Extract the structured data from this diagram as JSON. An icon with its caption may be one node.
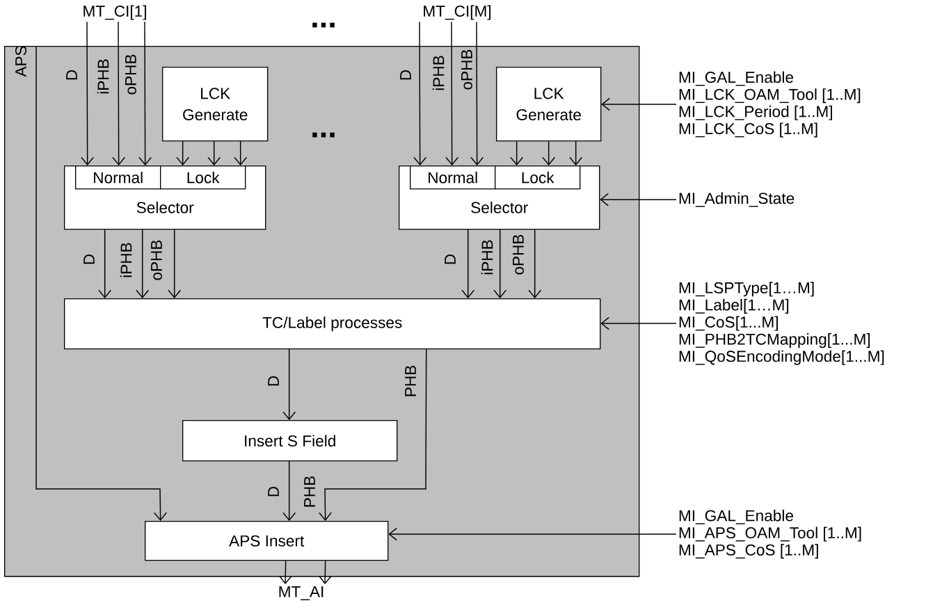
{
  "diagram": {
    "nodes": [
      {
        "text": [
          "APS"
        ]
      },
      {
        "text": [
          "MT_CI[1]"
        ]
      },
      {
        "text": [
          "MT_CI[M]"
        ]
      },
      {
        "text": [
          "LCK Generate"
        ],
        "in": 0
      },
      {
        "text": [
          "Selector"
        ],
        "in": 0
      },
      {
        "text": [
          "Normal"
        ],
        "in": 4
      },
      {
        "text": [
          "Lock"
        ],
        "in": 4
      },
      {
        "text": [
          "LCK Generate"
        ],
        "in": 0
      },
      {
        "text": [
          "Selector"
        ],
        "in": 0
      },
      {
        "text": [
          "Normal"
        ],
        "in": 8
      },
      {
        "text": [
          "Lock"
        ],
        "in": 8
      },
      {
        "text": [
          "TC/Label processes"
        ],
        "in": 0
      },
      {
        "text": [
          "Insert S Field"
        ],
        "in": 0
      },
      {
        "text": [
          "APS Insert"
        ],
        "in": 0
      },
      {
        "text": [
          "MT_AI"
        ]
      },
      {
        "text": [
          "MI_GAL_Enable",
          "MI_LCK_OAM_Tool [1..M]",
          "MI_LCK_Period [1..M]",
          "MI_LCK_CoS [1..M]"
        ]
      },
      {
        "text": [
          "MI_Admin_State"
        ]
      },
      {
        "text": [
          "MI_LSPType[1…M]",
          "MI_Label[1…M]",
          "MI_CoS[1...M]",
          "MI_PHB2TCMapping[1...M]",
          "MI_QoSEncodingMode[1...M]"
        ]
      },
      {
        "text": [
          "MI_GAL_Enable",
          "MI_APS_OAM_Tool [1..M]",
          "MI_APS_CoS [1..M]"
        ]
      }
    ],
    "edges": [
      {
        "from": 1,
        "to": 5,
        "arrow": "to",
        "label": "D"
      },
      {
        "from": 1,
        "to": 5,
        "arrow": "to",
        "label": "iPHB"
      },
      {
        "from": 1,
        "to": 5,
        "arrow": "to",
        "label": "oPHB"
      },
      {
        "from": 3,
        "to": 6,
        "arrow": "to"
      },
      {
        "from": 3,
        "to": 6,
        "arrow": "to"
      },
      {
        "from": 3,
        "to": 6,
        "arrow": "to"
      },
      {
        "from": 2,
        "to": 9,
        "arrow": "to",
        "label": "D"
      },
      {
        "from": 2,
        "to": 9,
        "arrow": "to",
        "label": "iPHB"
      },
      {
        "from": 2,
        "to": 9,
        "arrow": "to",
        "label": "oPHB"
      },
      {
        "from": 7,
        "to": 10,
        "arrow": "to"
      },
      {
        "from": 7,
        "to": 10,
        "arrow": "to"
      },
      {
        "from": 7,
        "to": 10,
        "arrow": "to"
      },
      {
        "from": 4,
        "to": 11,
        "arrow": "to",
        "label": "D"
      },
      {
        "from": 4,
        "to": 11,
        "arrow": "to",
        "label": "iPHB"
      },
      {
        "from": 4,
        "to": 11,
        "arrow": "to",
        "label": "oPHB"
      },
      {
        "from": 8,
        "to": 11,
        "arrow": "to",
        "label": "D"
      },
      {
        "from": 8,
        "to": 11,
        "arrow": "to",
        "label": "iPHB"
      },
      {
        "from": 8,
        "to": 11,
        "arrow": "to",
        "label": "oPHB"
      },
      {
        "from": 11,
        "to": 12,
        "arrow": "to",
        "label": "D"
      },
      {
        "from": 11,
        "to": 13,
        "arrow": "to",
        "label": "PHB"
      },
      {
        "from": 12,
        "to": 13,
        "arrow": "to",
        "label": "D"
      },
      {
        "from": null,
        "to": 13,
        "arrow": "to"
      },
      {
        "from": 13,
        "to": 14,
        "arrow": "to"
      },
      {
        "from": 13,
        "to": 14,
        "arrow": "to"
      },
      {
        "from": 15,
        "to": 7,
        "arrow": "to"
      },
      {
        "from": 16,
        "to": 8,
        "arrow": "to"
      },
      {
        "from": 17,
        "to": 11,
        "arrow": "to"
      },
      {
        "from": 18,
        "to": 13,
        "arrow": "to"
      }
    ],
    "labels": [
      "...",
      "...",
      "PHB"
    ]
  }
}
